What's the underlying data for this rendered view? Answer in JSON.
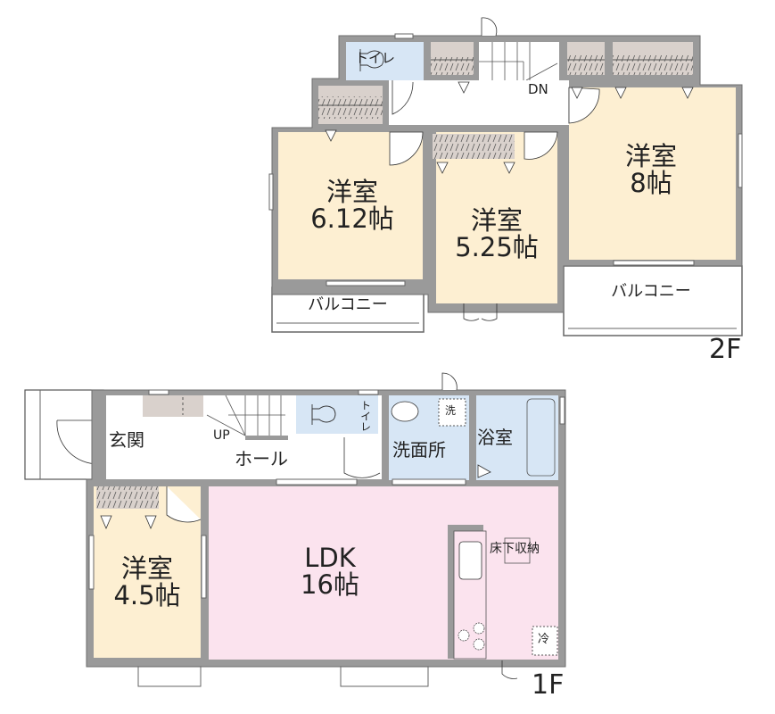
{
  "floors": {
    "second": {
      "label": "2F",
      "rooms": {
        "toilet": "トイレ",
        "stair": "DN",
        "room_a": {
          "name": "洋室",
          "size": "6.12帖"
        },
        "room_b": {
          "name": "洋室",
          "size": "5.25帖"
        },
        "room_c": {
          "name": "洋室",
          "size": "8帖"
        },
        "balcony_left": "バルコニー",
        "balcony_right": "バルコニー"
      }
    },
    "first": {
      "label": "1F",
      "rooms": {
        "entrance": "玄関",
        "stair": "UP",
        "hall": "ホール",
        "toilet": "トイレ",
        "washroom": "洗面所",
        "washer": "洗",
        "bath": "浴室",
        "room": {
          "name": "洋室",
          "size": "4.5帖"
        },
        "ldk": {
          "name": "LDK",
          "size": "16帖"
        },
        "underfloor": "床下収納",
        "fridge": "冷"
      }
    }
  },
  "colors": {
    "wall": "#9a9a9a",
    "wall_edge": "#6e6e6e",
    "western_room": "#fdefd2",
    "ldk": "#fbe3ee",
    "wet_area": "#d7e6f5",
    "closet": "#d9d1cc"
  }
}
